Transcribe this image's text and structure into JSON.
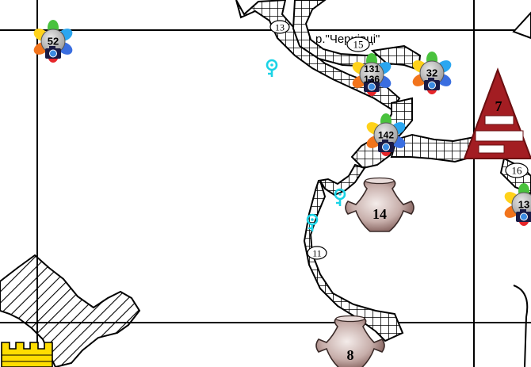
{
  "map": {
    "colors": {
      "grid": "#000000",
      "pin": "#1ad3e6",
      "pyramid": "#a31d22",
      "vase": "#b99a97",
      "road_fill": "#ffffff",
      "fortress": "#ffdd00"
    },
    "place_label": "р.\"Чернівці\"",
    "road_numbers": [
      "13",
      "15",
      "16",
      "11"
    ],
    "photo_markers": [
      {
        "label": "52",
        "icon": "camera-flower-icon"
      },
      {
        "label": "131",
        "sublabel": "136",
        "icon": "camera-flower-icon"
      },
      {
        "label": "32",
        "icon": "camera-flower-icon"
      },
      {
        "label": "142",
        "icon": "camera-flower-icon"
      },
      {
        "label": "13",
        "icon": "camera-flower-icon"
      }
    ],
    "pyramid_label": "7",
    "vase_labels": [
      "14",
      "8"
    ],
    "pins": [
      "location-pin-icon",
      "location-pin-icon",
      "location-pin-icon"
    ]
  }
}
